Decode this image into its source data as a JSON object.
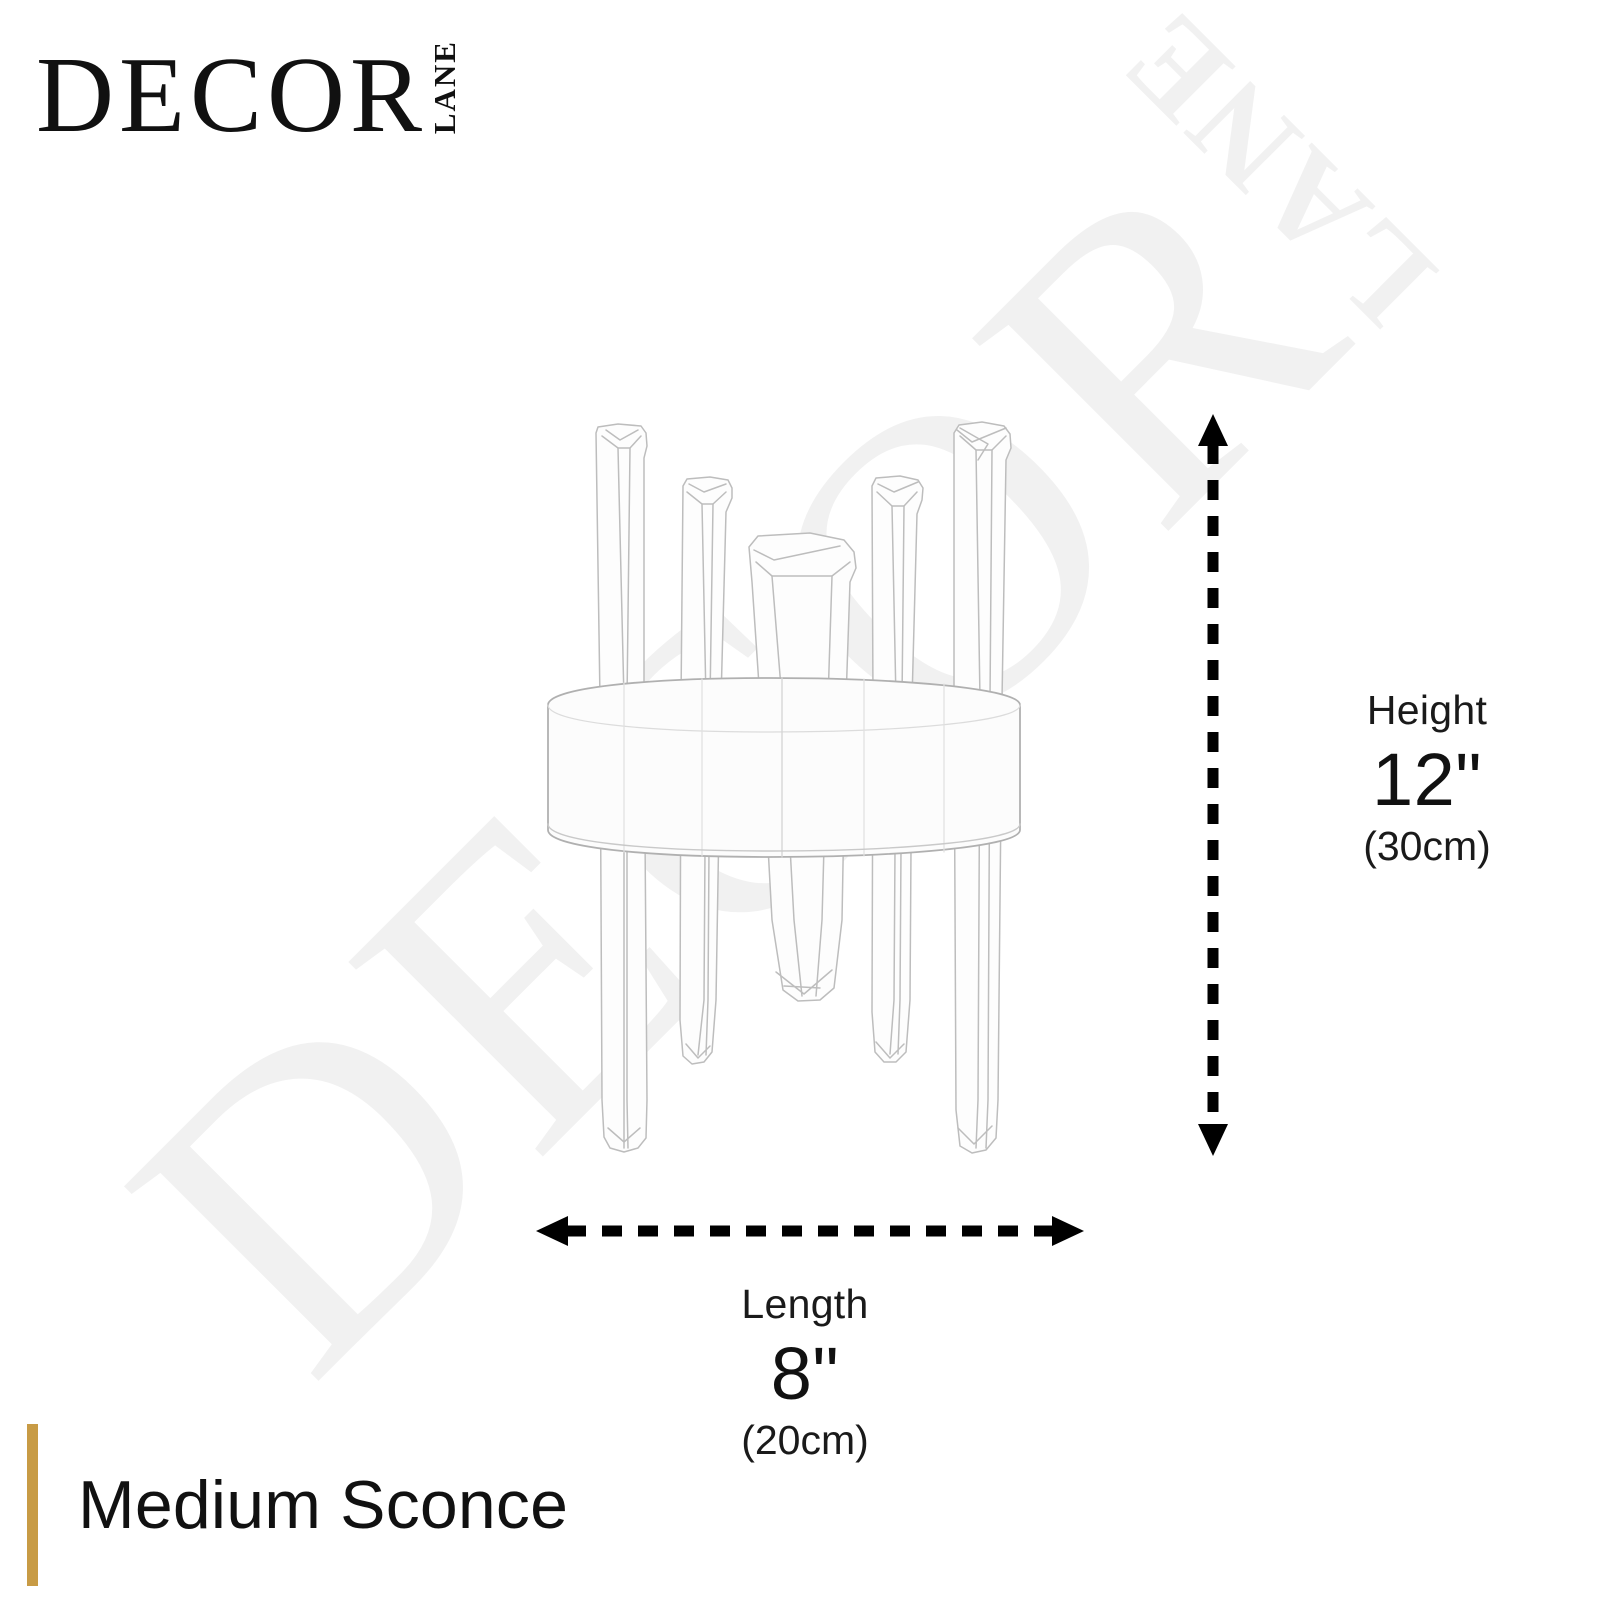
{
  "brand": {
    "logo_primary": "DECOR",
    "logo_secondary": "LANE",
    "watermark_primary": "DECOR",
    "watermark_secondary": "LANE",
    "accent_color": "#c89b45",
    "ink_color": "#111111",
    "watermark_color": "#f1f1f1",
    "drawing_line_color": "#b9b9b9"
  },
  "dimensions": {
    "height": {
      "caption": "Height",
      "value": "12\"",
      "metric": "(30cm)"
    },
    "length": {
      "caption": "Length",
      "value": "8\"",
      "metric": "(20cm)"
    }
  },
  "footer": {
    "product_name": "Medium Sconce"
  },
  "icons": {
    "height_arrow": "double-headed-vertical-dashed-arrow",
    "length_arrow": "double-headed-horizontal-dashed-arrow",
    "product": "sconce-line-drawing"
  }
}
